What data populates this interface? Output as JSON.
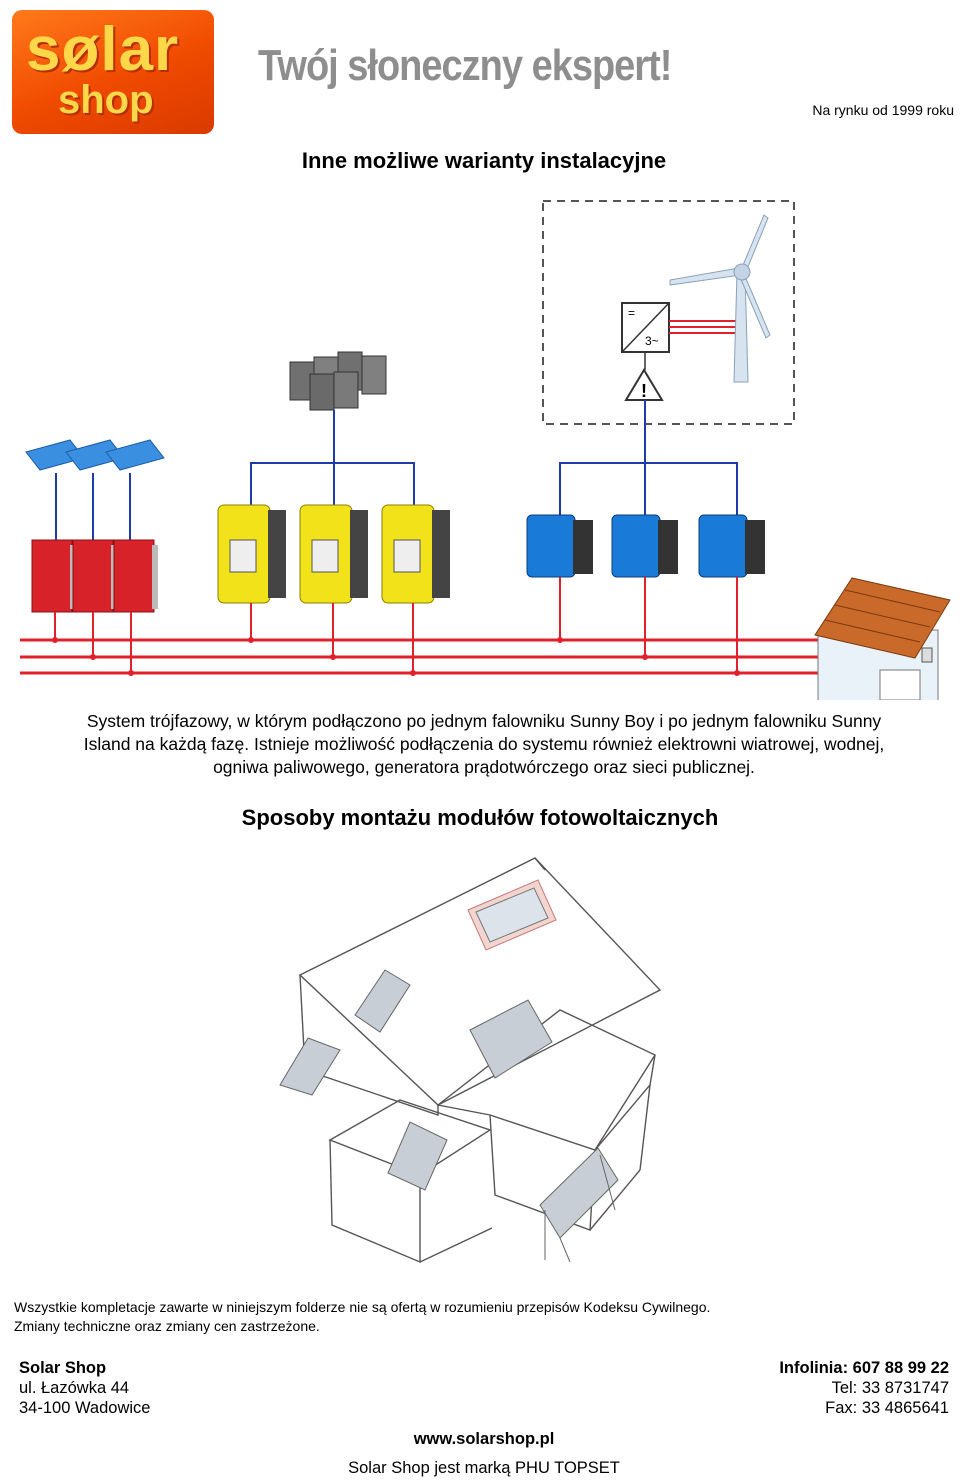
{
  "header": {
    "logo_text_1": "sølar",
    "logo_text_2": "shop",
    "slogan": "Twój słoneczny ekspert!",
    "since": "Na rynku od 1999 roku"
  },
  "section1": {
    "title": "Inne możliwe warianty instalacyjne",
    "inverter_ac_label": "3~",
    "inverter_dc_label": "=",
    "warning_label": "!",
    "description_line1": "System trójfazowy, w którym podłączono po jednym falowniku Sunny Boy i po jednym falowniku Sunny",
    "description_line2": "Island na każdą fazę. Istnieje możliwość podłączenia do systemu również elektrowni wiatrowej, wodnej,",
    "description_line3": "ogniwa paliwowego, generatora prądotwórczego oraz sieci publicznej."
  },
  "section2": {
    "title": "Sposoby montażu modułów fotowoltaicznych"
  },
  "footer": {
    "disclaimer_line1": "Wszystkie kompletacje zawarte w niniejszym folderze nie są ofertą w rozumieniu przepisów Kodeksu Cywilnego.",
    "disclaimer_line2": "Zmiany techniczne oraz zmiany cen zastrzeżone.",
    "company": "Solar Shop",
    "street": "ul. Łazówka 44",
    "city": "34-100 Wadowice",
    "infoline": "Infolinia: 607 88 99 22",
    "tel": "Tel: 33 8731747",
    "fax": "Fax: 33 4865641",
    "website": "www.solarshop.pl",
    "brand": "Solar Shop jest marką PHU TOPSET"
  },
  "colors": {
    "logo_orange": "#f04a00",
    "logo_yellow": "#ffd84a",
    "ac_line_red": "#e0202a",
    "dc_line_blue": "#1e3ca8",
    "sunny_boy_red": "#d8222a",
    "sunny_island_yellow": "#f2e21a",
    "sunny_island_blue": "#1a7ad8"
  }
}
